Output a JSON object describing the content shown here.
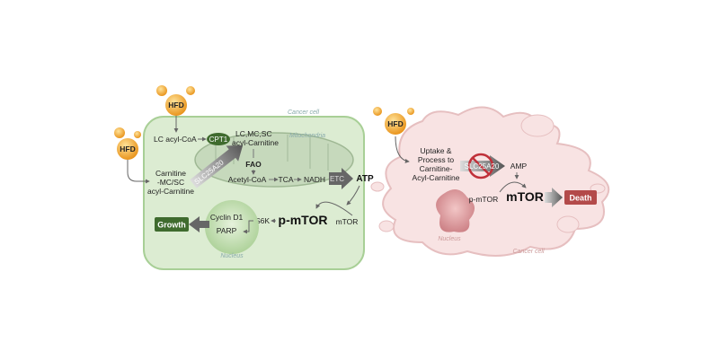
{
  "left": {
    "hfd_top": "HFD",
    "hfd_left": "HFD",
    "cell_label": "Cancer cell",
    "mito_label": "Mitochondria",
    "nucleus_label": "Nucleus",
    "lc_acyl_coa": "LC acyl-CoA",
    "cpt1": "CPT1",
    "acyl_carnitine_1": "LC,MC,SC",
    "acyl_carnitine_2": "acyl-Carnitine",
    "carnitine_1": "Carnitine",
    "carnitine_2": "-MC/SC",
    "carnitine_3": "acyl-Carnitine",
    "slc": "SLC25A20",
    "fao": "FAO",
    "acetyl_coa": "Acetyl-CoA",
    "tca": "TCA",
    "nadh": "NADH",
    "etc": "ETC",
    "atp": "ATP",
    "mtor": "mTOR",
    "p_mtor": "p-mTOR",
    "s6k": "S6K",
    "cyclin": "Cyclin D1",
    "parp": "PARP",
    "growth": "Growth"
  },
  "right": {
    "hfd": "HFD",
    "uptake": [
      "Uptake &",
      "Process to",
      "Carnitine-",
      "Acyl-Carnitine"
    ],
    "slc": "SLC25A20",
    "amp": "AMP",
    "p_mtor": "p-mTOR",
    "mtor": "mTOR",
    "death": "Death",
    "nucleus_label": "Nucleus",
    "cell_label": "Cancer cell"
  },
  "colors": {
    "cell_green": "#d4e8c8",
    "growth": "#3f6b2e",
    "death": "#b34a4a",
    "hfd": "#f2a72c"
  }
}
